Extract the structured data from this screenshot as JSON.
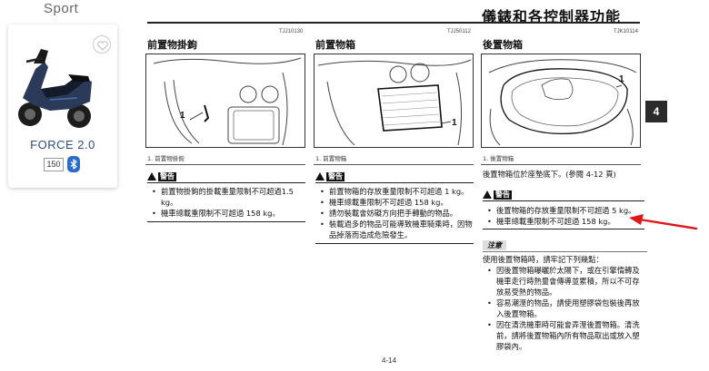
{
  "sidebar": {
    "brand": "Sport",
    "model": "FORCE 2.0",
    "cc": "150"
  },
  "page": {
    "title": "儀錶和各控制器功能",
    "page_number": "4-14",
    "chapter_tab": "4"
  },
  "columns": [
    {
      "code": "TJJ10130",
      "heading": "前置物掛鉤",
      "callout": "1",
      "caption": "1.  前置物掛鉤",
      "warning_label": "警告",
      "bullets": [
        "前置物掛鉤的掛載重量限制不可超過1.5 kg。",
        "機車總載重限制不可超過 158 kg。"
      ]
    },
    {
      "code": "TJJ50112",
      "heading": "前置物箱",
      "callout": "1",
      "caption": "1.  前置物箱",
      "warning_label": "警告",
      "bullets": [
        "前置物箱的存放重量限制不可超過 1 kg。",
        "機車總載重限制不可超過 158 kg。",
        "請勿裝載會妨礙方向把手轉動的物品。",
        "裝載過多的物品可能導致機車騎乘時，因物品掉落而造成危險發生。"
      ]
    },
    {
      "code": "TJK10114",
      "heading": "後置物箱",
      "callout": "1",
      "caption": "1.  後置物箱",
      "intro": "後置物箱位於座墊底下。(參閱 4-12 頁)",
      "warning_label": "警告",
      "bullets": [
        "後置物箱的存放重量限制不可超過 5 kg。",
        "機車總載重限制不可超過 158 kg。"
      ],
      "note_label": "注意",
      "note_intro": "使用後置物箱時，請牢記下列幾點：",
      "note_bullets": [
        "因後置物箱曝曬於太陽下，或在引擎惰轉及機車走行時熱量會傳導並累積，所以不可存放易受熱的物品。",
        "容易潮溼的物品，請使用塑膠袋包裝後再放入後置物箱。",
        "因在清洗機車時可能會弄溼後置物箱。清洗前，請將後置物箱內所有物品取出或放入塑膠袋內。"
      ]
    }
  ],
  "colors": {
    "model_blue": "#2c4b86",
    "bluetooth_blue": "#2a6bcb",
    "arrow_red": "#e0161b"
  }
}
